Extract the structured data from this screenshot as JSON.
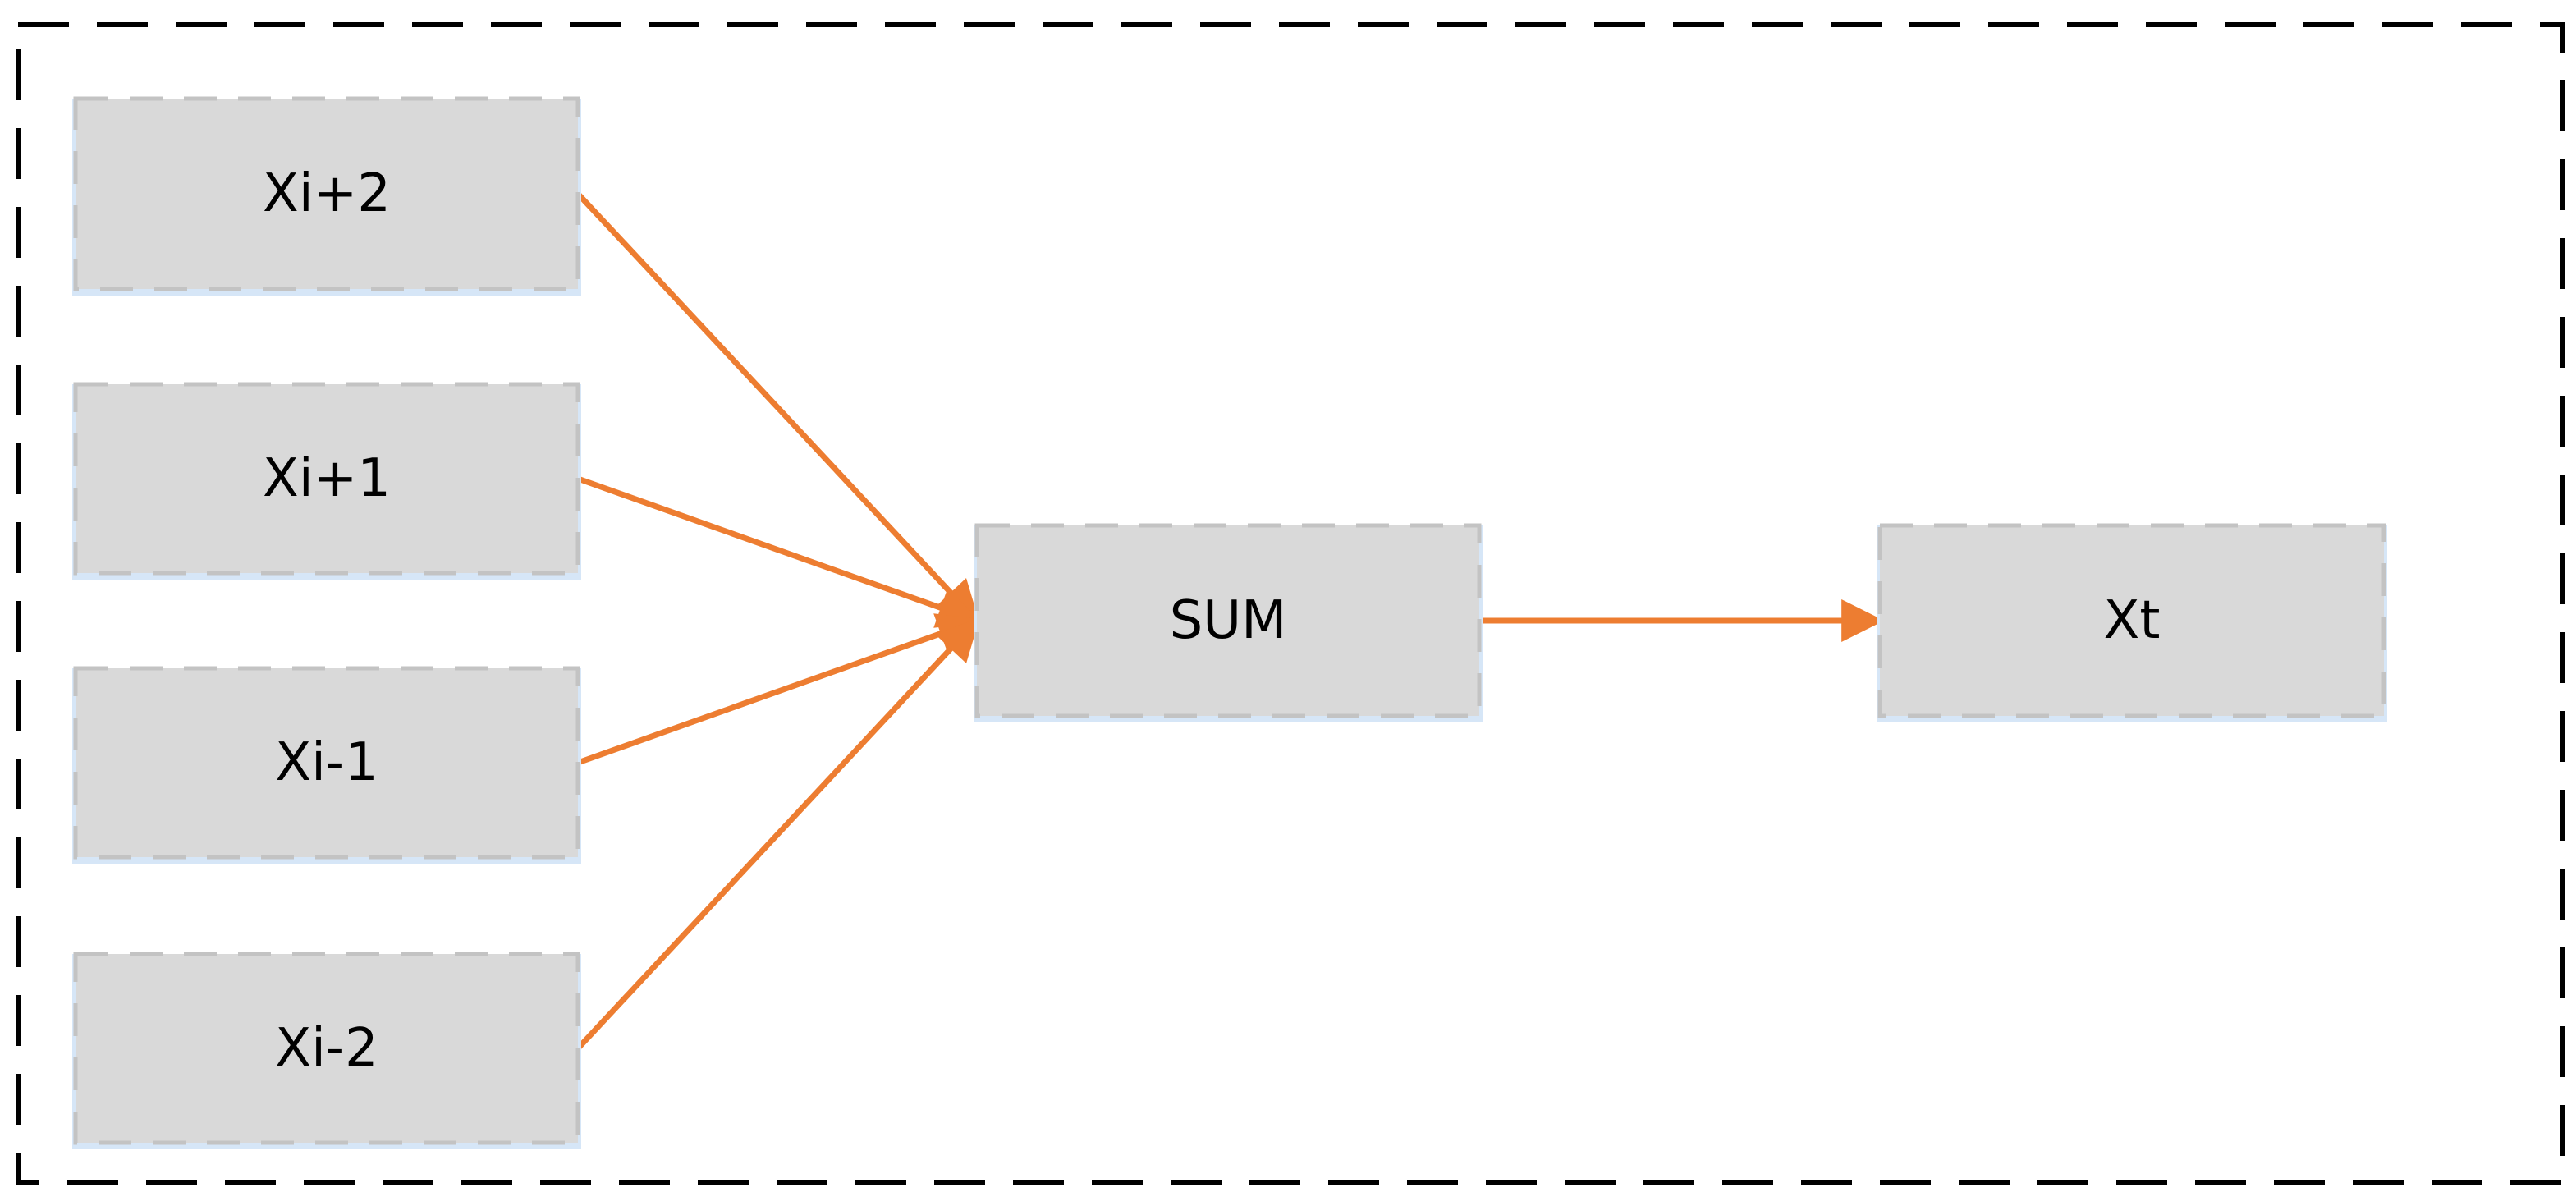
{
  "diagram": {
    "accent_color": "#ed7d31",
    "inputs": [
      {
        "id": "xi_plus_2",
        "label": "Xi+2"
      },
      {
        "id": "xi_plus_1",
        "label": "Xi+1"
      },
      {
        "id": "xi_minus_1",
        "label": "Xi-1"
      },
      {
        "id": "xi_minus_2",
        "label": "Xi-2"
      }
    ],
    "sum_node": {
      "id": "sum",
      "label": "SUM"
    },
    "output_node": {
      "id": "xt",
      "label": "Xt"
    },
    "edges": [
      {
        "from": "xi_plus_2",
        "to": "sum"
      },
      {
        "from": "xi_plus_1",
        "to": "sum"
      },
      {
        "from": "xi_minus_1",
        "to": "sum"
      },
      {
        "from": "xi_minus_2",
        "to": "sum"
      },
      {
        "from": "sum",
        "to": "xt"
      }
    ]
  }
}
